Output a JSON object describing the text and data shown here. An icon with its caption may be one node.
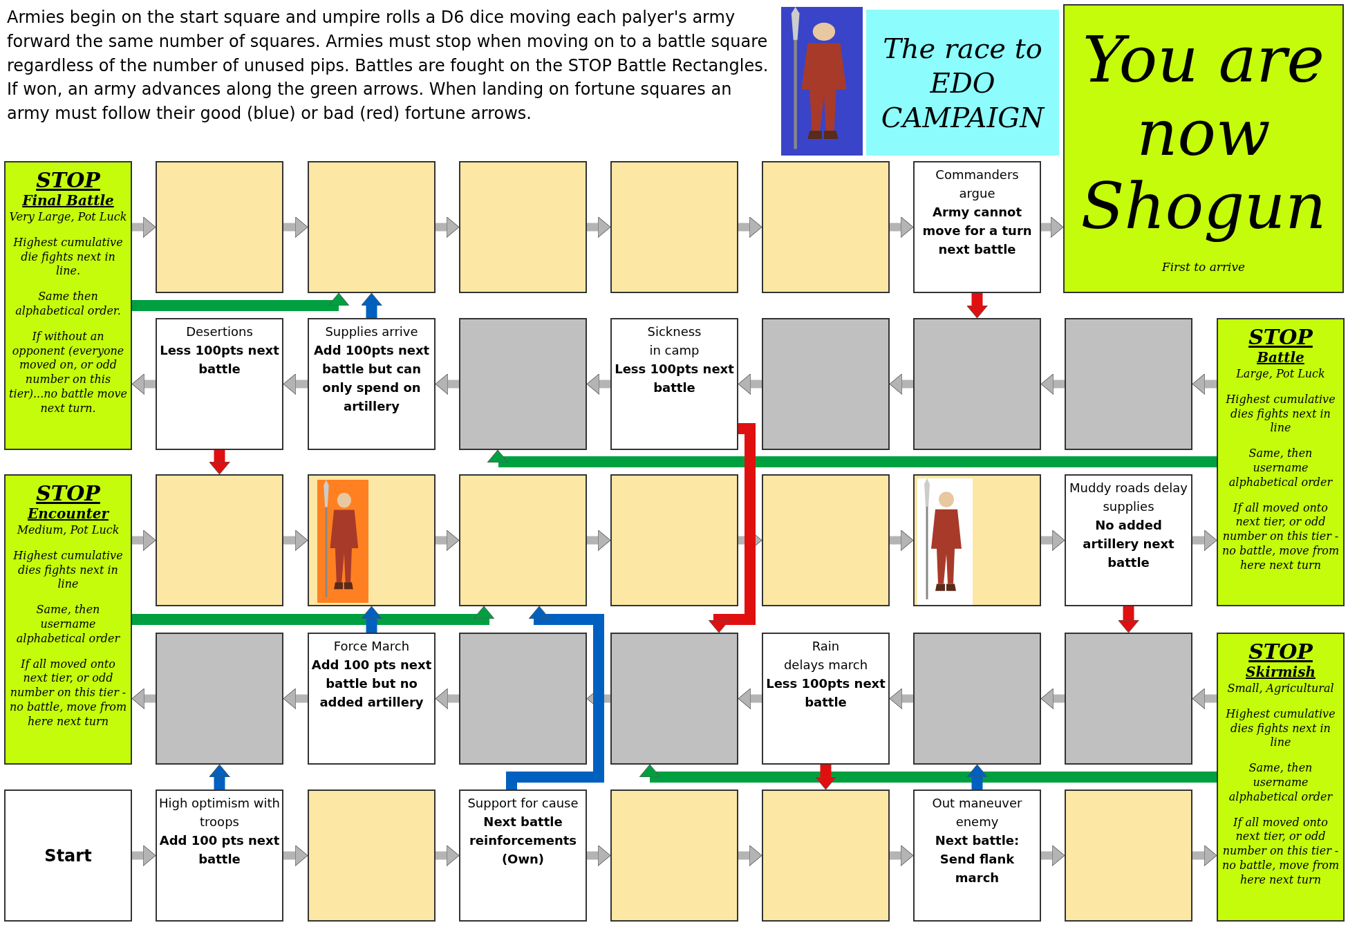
{
  "diagram": {
    "nodes": [
      {
        "text": [
          "The race to EDO CAMPAIGN"
        ]
      },
      {
        "text": [
          "You are now Shogun",
          "First to arrive"
        ]
      },
      {
        "text": [
          "STOP",
          "Final Battle",
          "Very Large, Pot Luck",
          "Highest cumulative die fights next in line.",
          "Same then alphabetical order.",
          "If without an opponent (everyone moved on, or odd number on this tier)...no battle move next turn."
        ]
      },
      {
        "text": [],
        "shape": "box"
      },
      {
        "text": [],
        "shape": "box"
      },
      {
        "text": [],
        "shape": "box"
      },
      {
        "text": [],
        "shape": "box"
      },
      {
        "text": [],
        "shape": "box"
      },
      {
        "text": [
          "Commanders argue",
          "Army cannot move for a turn next battle"
        ]
      },
      {
        "text": [
          "Desertions",
          "Less 100pts next battle"
        ]
      },
      {
        "text": [
          "Supplies arrive",
          "Add 100pts next battle but can only spend on artillery"
        ]
      },
      {
        "text": [],
        "shape": "box"
      },
      {
        "text": [
          "Sickness",
          "in camp",
          "Less 100pts next battle"
        ]
      },
      {
        "text": [],
        "shape": "box"
      },
      {
        "text": [],
        "shape": "box"
      },
      {
        "text": [],
        "shape": "box"
      },
      {
        "text": [
          "STOP",
          "Battle",
          "Large, Pot Luck",
          "Highest cumulative dies fights next in line",
          "Same, then username alphabetical order",
          "If all moved onto next tier, or odd number on this tier - no battle, move from here next turn"
        ]
      },
      {
        "text": [
          "STOP",
          "Encounter",
          "Medium, Pot Luck",
          "Highest cumulative dies fights next in line",
          "Same, then username alphabetical order",
          "If all moved onto next tier, or odd number on this tier - no battle, move from here next turn"
        ]
      },
      {
        "text": [],
        "shape": "box"
      },
      {
        "text": [],
        "shape": "box"
      },
      {
        "text": [],
        "shape": "box"
      },
      {
        "text": [],
        "shape": "box"
      },
      {
        "text": [],
        "shape": "box"
      },
      {
        "text": [],
        "shape": "box"
      },
      {
        "text": [
          "Muddy roads delay supplies",
          "No added artillery next battle"
        ]
      },
      {
        "text": [],
        "shape": "box"
      },
      {
        "text": [
          "Force March",
          "Add 100 pts next battle but no added artillery"
        ]
      },
      {
        "text": [],
        "shape": "box"
      },
      {
        "text": [],
        "shape": "box"
      },
      {
        "text": [
          "Rain",
          "delays march",
          "Less 100pts next battle"
        ]
      },
      {
        "text": [],
        "shape": "box"
      },
      {
        "text": [],
        "shape": "box"
      },
      {
        "text": [
          "STOP",
          "Skirmish",
          "Small, Agricultural",
          "Highest cumulative dies fights next in line",
          "Same, then username alphabetical order",
          "If all moved onto next tier, or odd number on this tier - no battle, move from here next turn"
        ]
      },
      {
        "text": [
          "Start"
        ]
      },
      {
        "text": [
          "High optimism with troops",
          "Add 100 pts next battle"
        ]
      },
      {
        "text": [],
        "shape": "box"
      },
      {
        "text": [
          "Support for cause",
          "Next battle reinforcements (Own)"
        ]
      },
      {
        "text": [],
        "shape": "box"
      },
      {
        "text": [],
        "shape": "box"
      },
      {
        "text": [
          "Out maneuver enemy",
          "Next battle: Send flank march"
        ]
      },
      {
        "text": [],
        "shape": "box"
      }
    ],
    "edges": [
      {
        "from": 2,
        "to": 3,
        "arrow": "to"
      },
      {
        "from": 3,
        "to": 4,
        "arrow": "to"
      },
      {
        "from": 4,
        "to": 5,
        "arrow": "to"
      },
      {
        "from": 5,
        "to": 6,
        "arrow": "to"
      },
      {
        "from": 6,
        "to": 7,
        "arrow": "to"
      },
      {
        "from": 7,
        "to": 8,
        "arrow": "to"
      },
      {
        "from": 8,
        "to": 1,
        "arrow": "to"
      },
      {
        "from": 16,
        "to": 15,
        "arrow": "to"
      },
      {
        "from": 15,
        "to": 14,
        "arrow": "to"
      },
      {
        "from": 14,
        "to": 13,
        "arrow": "to"
      },
      {
        "from": 13,
        "to": 12,
        "arrow": "to"
      },
      {
        "from": 12,
        "to": 11,
        "arrow": "to"
      },
      {
        "from": 11,
        "to": 10,
        "arrow": "to"
      },
      {
        "from": 10,
        "to": 9,
        "arrow": "to"
      },
      {
        "from": 9,
        "to": 2,
        "arrow": "to"
      },
      {
        "from": 17,
        "to": 18,
        "arrow": "to"
      },
      {
        "from": 18,
        "to": 19,
        "arrow": "to"
      },
      {
        "from": 19,
        "to": 20,
        "arrow": "to"
      },
      {
        "from": 20,
        "to": 21,
        "arrow": "to"
      },
      {
        "from": 21,
        "to": 22,
        "arrow": "to"
      },
      {
        "from": 22,
        "to": 23,
        "arrow": "to"
      },
      {
        "from": 23,
        "to": 24,
        "arrow": "to"
      },
      {
        "from": 24,
        "to": 16,
        "arrow": "to"
      },
      {
        "from": 32,
        "to": 31,
        "arrow": "to"
      },
      {
        "from": 31,
        "to": 30,
        "arrow": "to"
      },
      {
        "from": 30,
        "to": 29,
        "arrow": "to"
      },
      {
        "from": 29,
        "to": 28,
        "arrow": "to"
      },
      {
        "from": 28,
        "to": 27,
        "arrow": "to"
      },
      {
        "from": 27,
        "to": 26,
        "arrow": "to"
      },
      {
        "from": 26,
        "to": 25,
        "arrow": "to"
      },
      {
        "from": 25,
        "to": 17,
        "arrow": "to"
      },
      {
        "from": 33,
        "to": 34,
        "arrow": "to"
      },
      {
        "from": 34,
        "to": 35,
        "arrow": "to"
      },
      {
        "from": 35,
        "to": 36,
        "arrow": "to"
      },
      {
        "from": 36,
        "to": 37,
        "arrow": "to"
      },
      {
        "from": 37,
        "to": 38,
        "arrow": "to"
      },
      {
        "from": 38,
        "to": 39,
        "arrow": "to"
      },
      {
        "from": 39,
        "to": 40,
        "arrow": "to"
      },
      {
        "from": 40,
        "to": 32,
        "arrow": "to"
      },
      {
        "from": 2,
        "to": 4,
        "arrow": "to",
        "color": "#00a040"
      },
      {
        "from": 16,
        "to": 11,
        "arrow": "to",
        "color": "#00a040"
      },
      {
        "from": 17,
        "to": 20,
        "arrow": "to",
        "color": "#00a040"
      },
      {
        "from": 32,
        "to": 28,
        "arrow": "to",
        "color": "#00a040"
      },
      {
        "from": 10,
        "to": 4,
        "arrow": "to",
        "color": "#0060c0"
      },
      {
        "from": 26,
        "to": 19,
        "arrow": "to",
        "color": "#0060c0"
      },
      {
        "from": 34,
        "to": 25,
        "arrow": "to",
        "color": "#0060c0"
      },
      {
        "from": 36,
        "to": 20,
        "arrow": "to",
        "color": "#0060c0"
      },
      {
        "from": 39,
        "to": 30,
        "arrow": "to",
        "color": "#0060c0"
      },
      {
        "from": 8,
        "to": 14,
        "arrow": "to",
        "color": "#e01010"
      },
      {
        "from": 9,
        "to": 18,
        "arrow": "to",
        "color": "#e01010"
      },
      {
        "from": 12,
        "to": 28,
        "arrow": "to",
        "color": "#e01010"
      },
      {
        "from": 24,
        "to": 31,
        "arrow": "to",
        "color": "#e01010"
      },
      {
        "from": 29,
        "to": 38,
        "arrow": "to",
        "color": "#e01010"
      }
    ],
    "labels": [
      "Armies begin on the start square and umpire rolls a D6 dice moving each palyer's army forward the same number of squares. Armies must stop when moving on to a battle square regardless of the number of unused pips. Battles are fought on the STOP Battle Rectangles. If won, an army advances along the green arrows. When landing on fortune squares an army must follow their good (blue) or bad (red) fortune arrows."
    ]
  }
}
